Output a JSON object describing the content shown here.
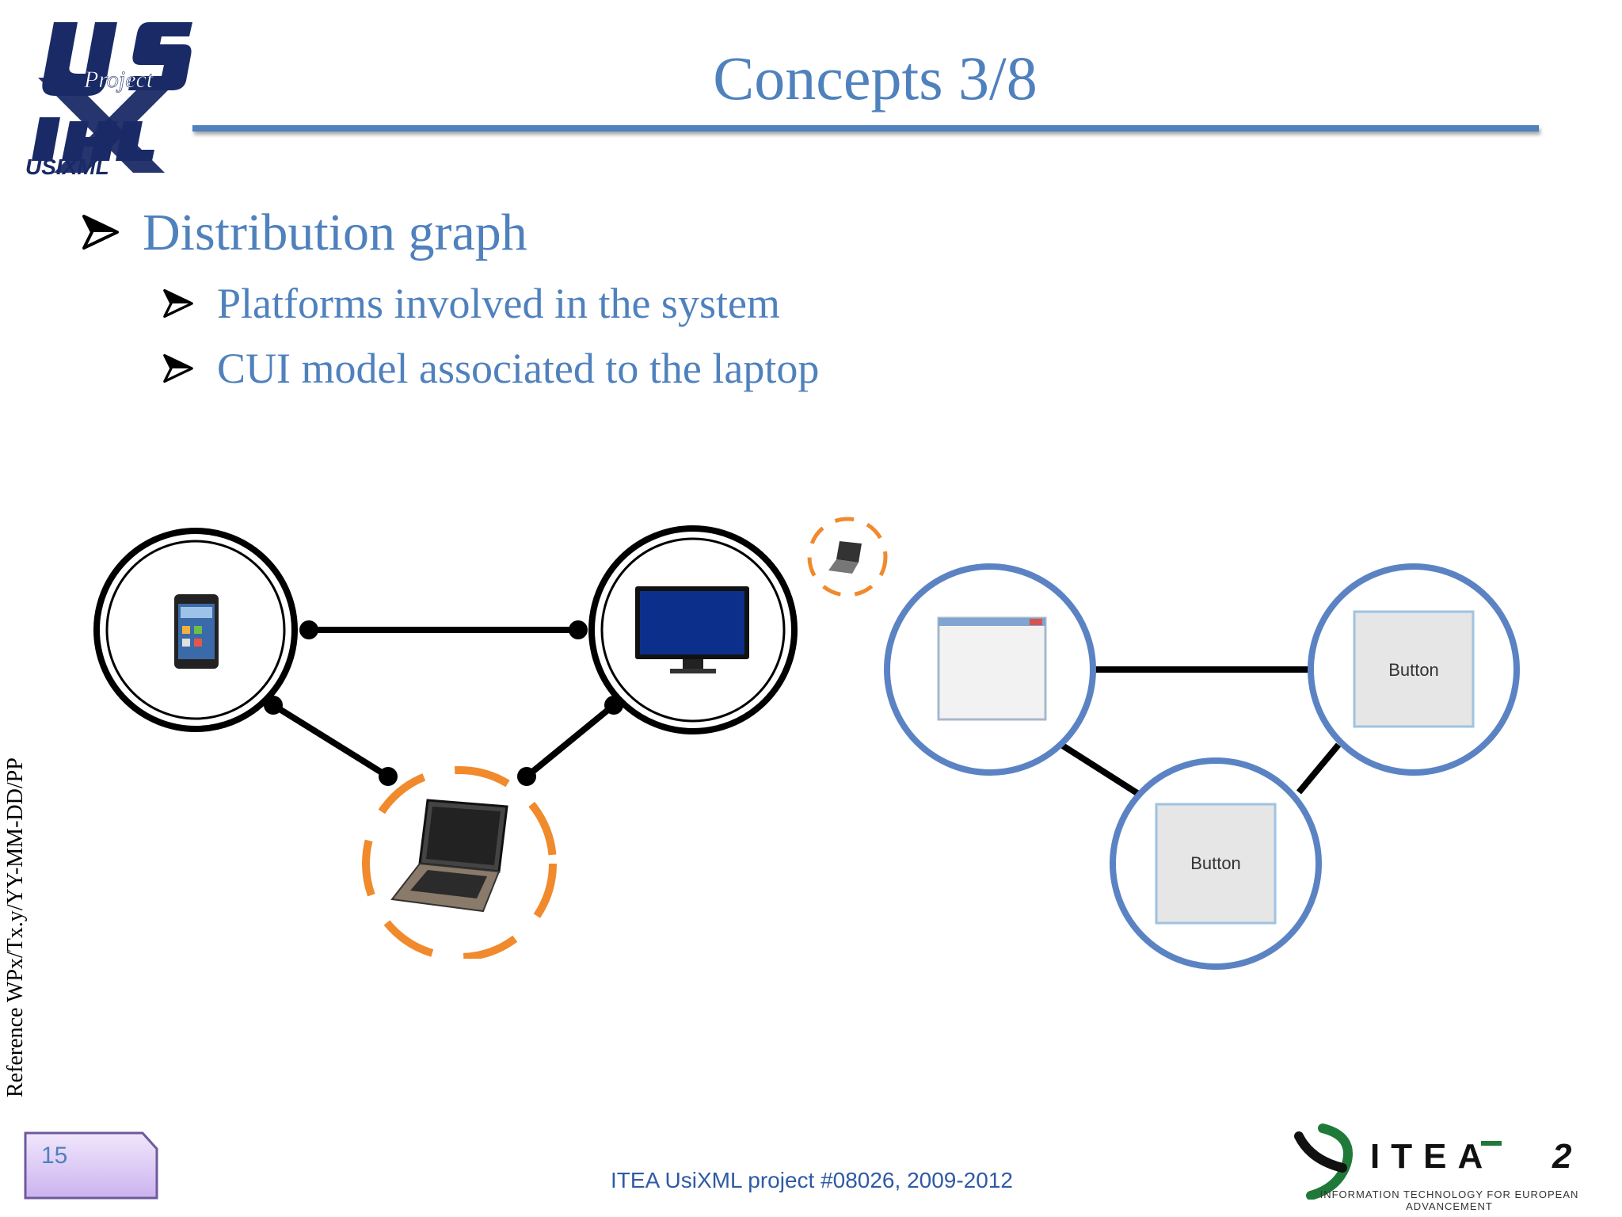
{
  "header": {
    "logo_text": {
      "top": "U S",
      "middle": "Project",
      "bottom": "HL",
      "wordmark": "USIXML"
    },
    "title": "Concepts 3/8"
  },
  "bullets": {
    "level1": "Distribution graph",
    "level2": [
      "Platforms involved in the system",
      "CUI model associated to the laptop"
    ]
  },
  "diagram": {
    "platform_nodes": [
      "smartphone-icon",
      "monitor-icon",
      "laptop-icon"
    ],
    "cui_button_label": "Button"
  },
  "side_reference": "Reference WPx/Tx.y/YY-MM-DD/PP",
  "footer": {
    "page_number": "15",
    "project_text": "ITEA UsiXML project #08026, 2009-2012",
    "itea_logo_text": "ITEA 2",
    "itea_tagline": "INFORMATION TECHNOLOGY FOR EUROPEAN ADVANCEMENT"
  },
  "colors": {
    "accent_blue": "#4f81bd",
    "node_ring_blue": "#5b83c4",
    "highlight_orange": "#f08a2c",
    "footer_blue": "#2f5aa6"
  }
}
